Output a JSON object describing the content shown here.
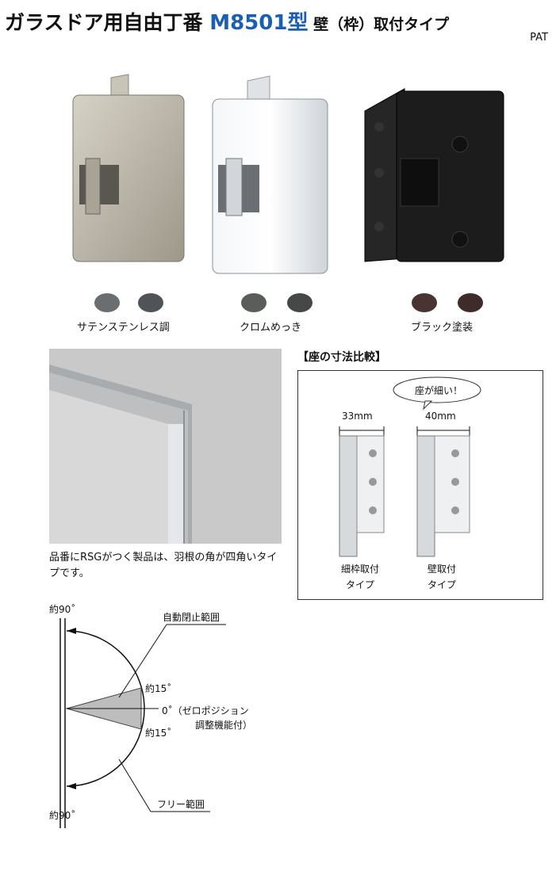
{
  "header": {
    "title_main": "ガラスドア用自由丁番 ",
    "title_model": "M8501型",
    "title_sub": " 壁（枠）取付タイプ",
    "pat": "PAT"
  },
  "finishes": [
    {
      "label": "サテンステンレス調",
      "color": "#b9b4a7",
      "cap_color": "#5a5e60"
    },
    {
      "label": "クロムめっき",
      "color": "#e8ecef",
      "cap_color": "#4e5252"
    },
    {
      "label": "ブラック塗装",
      "color": "#1e1e1e",
      "cap_color": "#4a3432"
    }
  ],
  "note": "品番にRSGがつく製品は、羽根の角が四角いタイプです。",
  "comparison": {
    "heading": "【座の寸法比較】",
    "bubble": "座が細い！",
    "left": {
      "width": "33mm",
      "label1": "細枠取付",
      "label2": "タイプ"
    },
    "right": {
      "width": "40mm",
      "label1": "壁取付",
      "label2": "タイプ"
    }
  },
  "angle": {
    "top": "約90˚",
    "bottom": "約90˚",
    "auto_close": "自動閉止範囲",
    "up15": "約15˚",
    "down15": "約15˚",
    "zero1": "0˚（ゼロポジション",
    "zero2": "調整機能付）",
    "free": "フリー範囲"
  }
}
